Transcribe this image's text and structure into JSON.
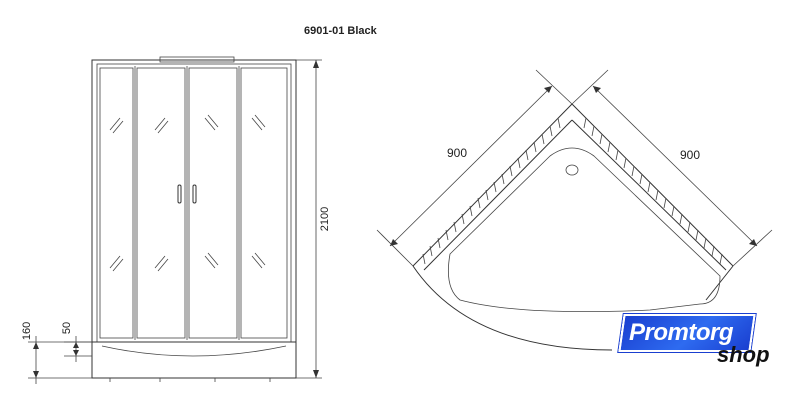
{
  "title": "6901-01 Black",
  "front_view": {
    "height_label": "2100",
    "tray_height_label": "160",
    "step_height_label": "50"
  },
  "top_view": {
    "left_width_label": "900",
    "right_width_label": "900"
  },
  "logo": {
    "top_text": "Promtorg",
    "bottom_text": "shop",
    "colors": {
      "blue": "#1a3fd0",
      "light_blue": "#2e6bf0",
      "text": "#111111"
    }
  }
}
